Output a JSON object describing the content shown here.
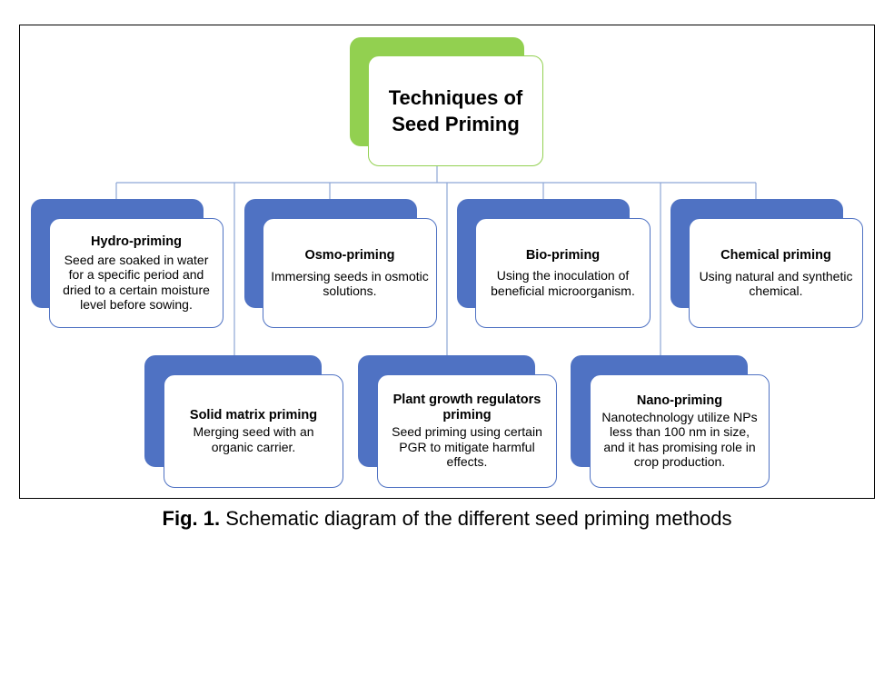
{
  "root": {
    "title_line1": "Techniques of",
    "title_line2": "Seed Priming"
  },
  "techniques": [
    {
      "title": "Hydro-priming",
      "description": "Seed are soaked in water for a specific period and dried to a certain moisture level before sowing."
    },
    {
      "title": "Osmo-priming",
      "description": "Immersing seeds in osmotic solutions."
    },
    {
      "title": "Bio-priming",
      "description": "Using the inoculation of beneficial microorganism."
    },
    {
      "title": "Chemical priming",
      "description": "Using natural and synthetic chemical."
    },
    {
      "title": "Solid matrix priming",
      "description": "Merging seed with an organic carrier."
    },
    {
      "title": "Plant growth regulators priming",
      "description": "Seed priming using certain PGR to mitigate harmful effects."
    },
    {
      "title": "Nano-priming",
      "description": "Nanotechnology utilize NPs  less than 100 nm in size, and it has promising role in crop production."
    }
  ],
  "caption": {
    "label": "Fig. 1.",
    "text": " Schematic diagram of the different seed priming methods"
  },
  "colors": {
    "root_accent": "#92d050",
    "node_accent": "#4f72c3",
    "connector": "#8ea6d6"
  }
}
